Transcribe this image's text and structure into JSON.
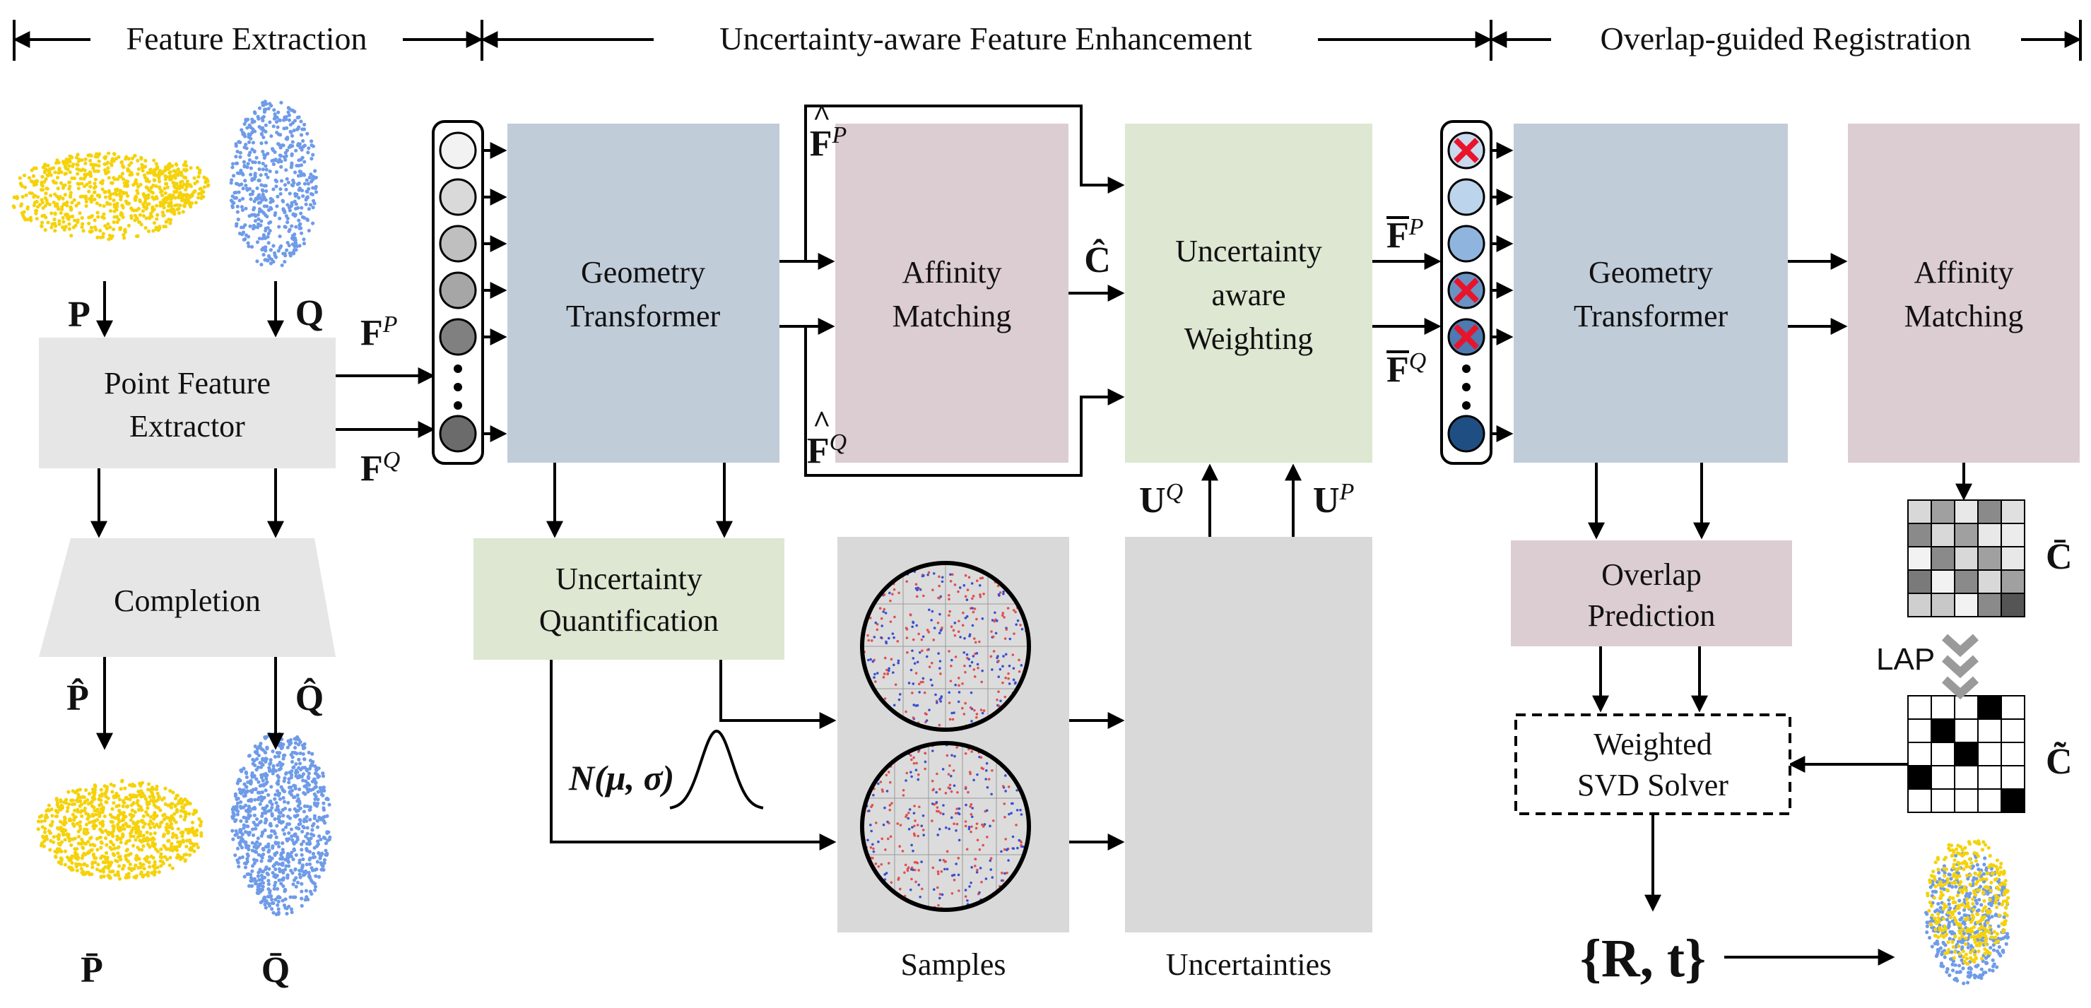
{
  "headers": {
    "feature_extraction": "Feature Extraction",
    "enhancement": "Uncertainty-aware Feature Enhancement",
    "registration": "Overlap-guided Registration"
  },
  "boxes": {
    "point_feature_extractor": [
      "Point Feature",
      "Extractor"
    ],
    "completion": "Completion",
    "geometry_transformer": [
      "Geometry",
      "Transformer"
    ],
    "affinity_matching": [
      "Affinity",
      "Matching"
    ],
    "uncertainty_aware_weighting": [
      "Uncertainty",
      "aware",
      "Weighting"
    ],
    "uncertainty_quantification": [
      "Uncertainty",
      "Quantification"
    ],
    "overlap_prediction": [
      "Overlap",
      "Prediction"
    ],
    "weighted_svd_solver": [
      "Weighted",
      "SVD Solver"
    ]
  },
  "symbols": {
    "P": "P",
    "Q": "Q",
    "P_hat": "P̂",
    "Q_hat": "Q̂",
    "P_bar": "P̄",
    "Q_bar": "Q̄",
    "F": "F",
    "P_sup": "P",
    "Q_sup": "Q",
    "C_hat": "Ĉ",
    "C_bar": "C̄",
    "C_tilde": "C̃",
    "U": "U",
    "distribution": "N(μ, σ)",
    "lap": "LAP",
    "result": "{R, t}"
  },
  "captions": {
    "samples": "Samples",
    "uncertainties": "Uncertainties"
  },
  "colors": {
    "yellow_cloud": "#f5d20a",
    "blue_cloud": "#6f9be8",
    "geometry_box": "#c1ccd9",
    "affinity_box": "#dccdd2",
    "green_box": "#dde7d1",
    "grey_box": "#e6e6e6",
    "sample_panel": "#d9d9d9",
    "cross": "#e8142b"
  }
}
